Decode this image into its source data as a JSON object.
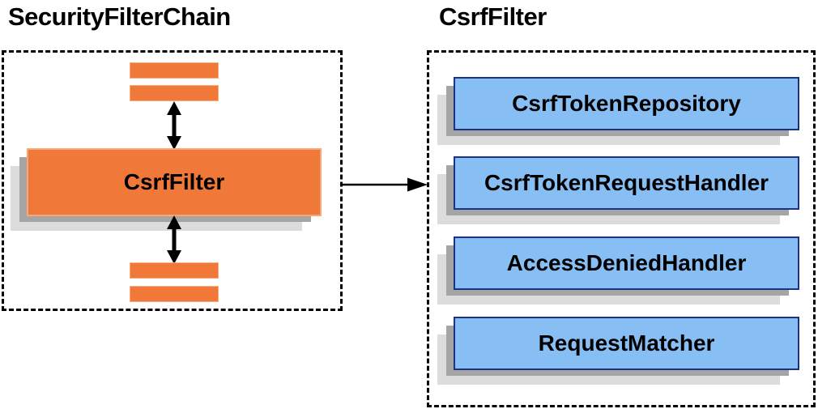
{
  "left_panel": {
    "title": "SecurityFilterChain",
    "filter_box_label": "CsrfFilter"
  },
  "right_panel": {
    "title": "CsrfFilter",
    "components": [
      "CsrfTokenRepository",
      "CsrfTokenRequestHandler",
      "AccessDeniedHandler",
      "RequestMatcher"
    ]
  },
  "icons": {
    "bidirectional_arrow": "up-down-arrow",
    "flow_arrow": "right-arrow"
  },
  "colors": {
    "filter_orange": "#F0793A",
    "component_blue_fill": "#87BEF3",
    "component_blue_border": "#1C3384",
    "shadow_dark": "#A5A5A5",
    "shadow_light": "#DCDCDC",
    "outline": "#000000"
  }
}
